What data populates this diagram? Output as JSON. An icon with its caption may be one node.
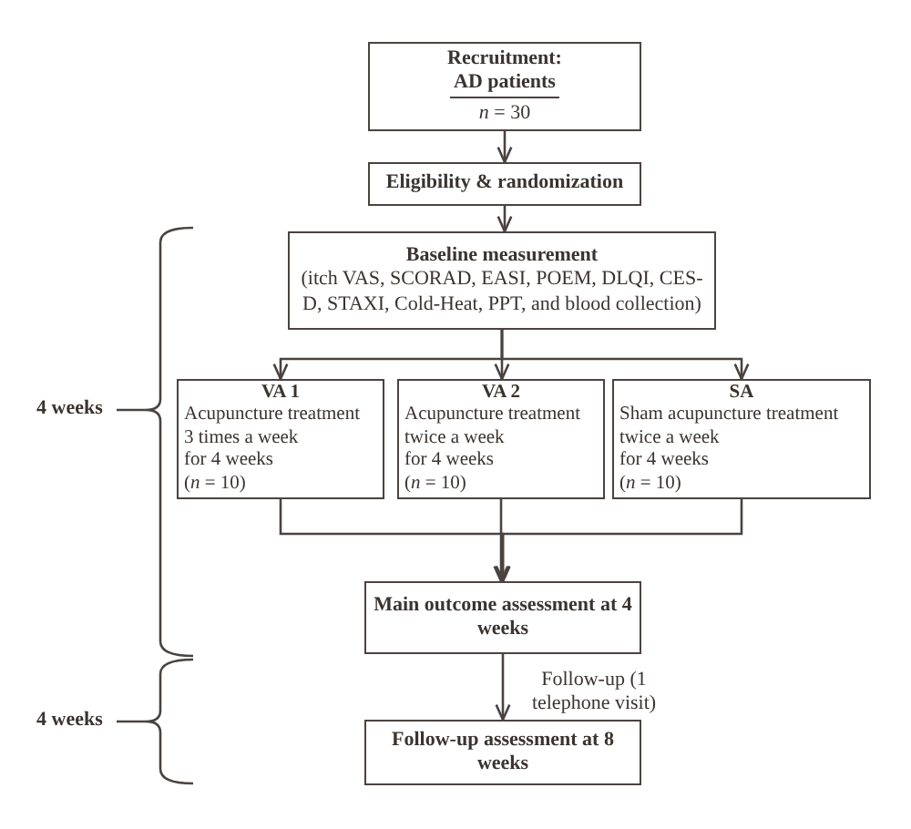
{
  "diagram": {
    "nodes": [
      {
        "text": [
          "Recruitment:",
          "AD patients",
          "*n* = 30"
        ]
      },
      {
        "text": [
          "Eligibility & randomization"
        ]
      },
      {
        "text": [
          "Baseline measurement",
          "(itch VAS, SCORAD, EASI, POEM, DLQI, CES-D, STAXI, Cold-Heat, PPT, and blood collection)"
        ]
      },
      {
        "text": [
          "VA 1",
          "Acupuncture treatment",
          "3 times a week",
          "for 4 weeks",
          "(*n* = 10)"
        ]
      },
      {
        "text": [
          "VA 2",
          "Acupuncture treatment",
          "twice a week",
          "for 4 weeks",
          "(*n* = 10)"
        ]
      },
      {
        "text": [
          "SA",
          "Sham acupuncture treatment",
          "twice a week",
          "for 4 weeks",
          "(*n* = 10)"
        ]
      },
      {
        "text": [
          "Main outcome assessment at 4 weeks"
        ]
      },
      {
        "text": [
          "Follow-up assessment at 8 weeks"
        ]
      }
    ],
    "edges": [
      {
        "from": 0,
        "to": 1,
        "arrow": "to"
      },
      {
        "from": 1,
        "to": 2,
        "arrow": "to"
      },
      {
        "from": 2,
        "to": 3,
        "arrow": "to"
      },
      {
        "from": 2,
        "to": 4,
        "arrow": "to"
      },
      {
        "from": 2,
        "to": 5,
        "arrow": "to"
      },
      {
        "from": 3,
        "to": 6,
        "arrow": "to"
      },
      {
        "from": 4,
        "to": 6,
        "arrow": "to"
      },
      {
        "from": 5,
        "to": 6,
        "arrow": "to"
      },
      {
        "from": 6,
        "to": 7,
        "arrow": "to",
        "label": "Follow-up (1 telephone visit)"
      }
    ],
    "labels": [
      "4 weeks",
      "4 weeks"
    ]
  }
}
